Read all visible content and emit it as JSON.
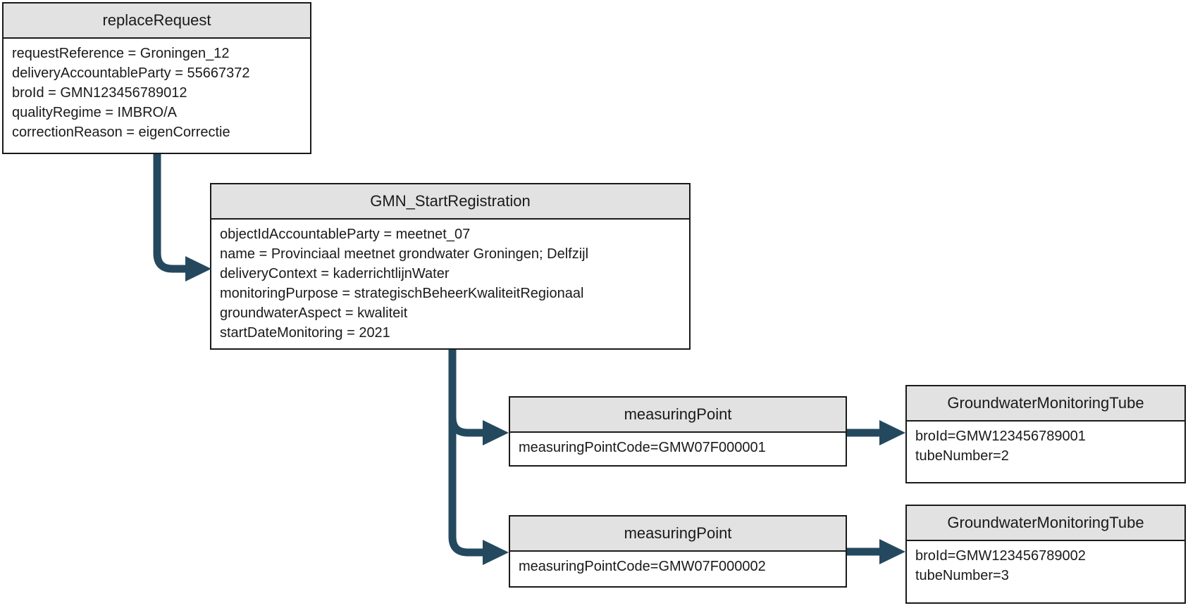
{
  "diagram": {
    "colors": {
      "arrow": "#24495f",
      "header_bg": "#e2e2e2",
      "border": "#1a1a1a",
      "text": "#1a1a1a",
      "background": "#ffffff"
    },
    "boxes": {
      "replace_request": {
        "title": "replaceRequest",
        "lines": [
          "requestReference = Groningen_12",
          "deliveryAccountableParty = 55667372",
          "broId = GMN123456789012",
          "qualityRegime = IMBRO/A",
          "correctionReason = eigenCorrectie"
        ]
      },
      "gmn_start_registration": {
        "title": "GMN_StartRegistration",
        "lines": [
          "objectIdAccountableParty = meetnet_07",
          "name = Provinciaal meetnet grondwater Groningen; Delfzijl",
          "deliveryContext = kaderrichtlijnWater",
          "monitoringPurpose = strategischBeheerKwaliteitRegionaal",
          "groundwaterAspect = kwaliteit",
          "startDateMonitoring = 2021"
        ]
      },
      "measuring_point_1": {
        "title": "measuringPoint",
        "lines": [
          "measuringPointCode=GMW07F000001"
        ]
      },
      "measuring_point_2": {
        "title": "measuringPoint",
        "lines": [
          "measuringPointCode=GMW07F000002"
        ]
      },
      "tube_1": {
        "title": "GroundwaterMonitoringTube",
        "lines": [
          "broId=GMW123456789001",
          "tubeNumber=2"
        ]
      },
      "tube_2": {
        "title": "GroundwaterMonitoringTube",
        "lines": [
          "broId=GMW123456789002",
          "tubeNumber=3"
        ]
      }
    },
    "edges": [
      {
        "from": "replaceRequest",
        "to": "GMN_StartRegistration"
      },
      {
        "from": "GMN_StartRegistration",
        "to": "measuringPoint GMW07F000001"
      },
      {
        "from": "GMN_StartRegistration",
        "to": "measuringPoint GMW07F000002"
      },
      {
        "from": "measuringPoint GMW07F000001",
        "to": "GroundwaterMonitoringTube GMW123456789001"
      },
      {
        "from": "measuringPoint GMW07F000002",
        "to": "GroundwaterMonitoringTube GMW123456789002"
      }
    ]
  }
}
